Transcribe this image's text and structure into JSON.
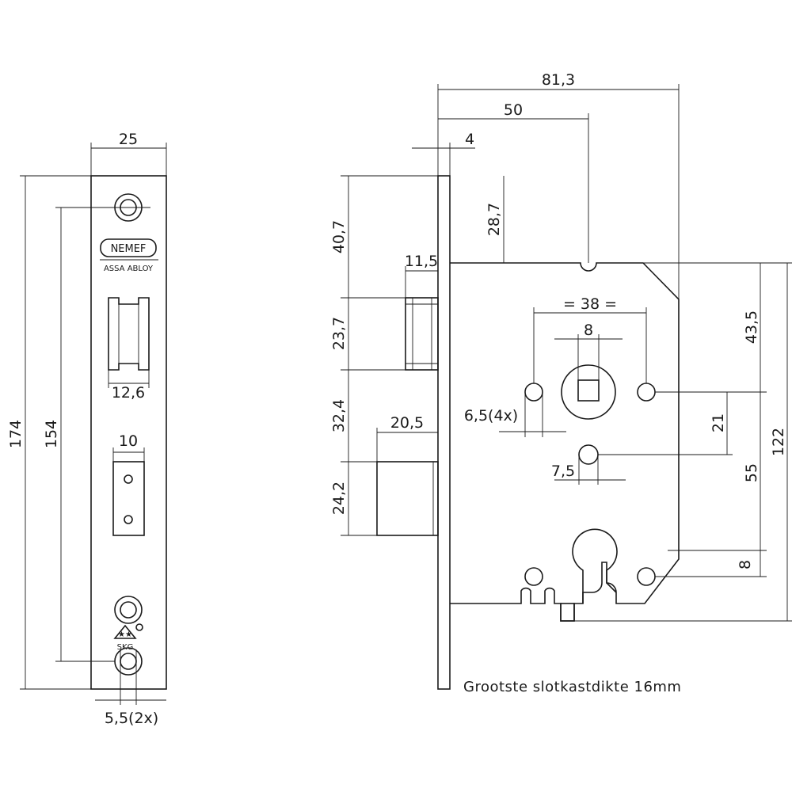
{
  "brand": {
    "logo": "NEMEF",
    "group": "ASSA ABLOY",
    "cert": "SKG"
  },
  "front_view": {
    "width": "25",
    "height_total": "174",
    "screw_spacing": "154",
    "latch_slot_width": "12,6",
    "bolt_slot_width": "10",
    "screw_hole": "5,5(2x)"
  },
  "side_view": {
    "backset_total": "81,3",
    "backset": "50",
    "faceplate_thickness": "4",
    "top_to_case": "28,7",
    "top_to_latch": "40,7",
    "latch_projection": "11,5",
    "latch_height": "23,7",
    "latch_to_bolt": "32,4",
    "bolt_projection": "20,5",
    "bolt_height": "24,2",
    "fixing_spacing": "= 38 =",
    "follower_square": "8",
    "fixing_holes": "6,5(4x)",
    "spindle_hole": "7,5",
    "case_to_follower": "43,5",
    "follower_to_spindle": "21",
    "follower_to_cylinder": "55",
    "cylinder_offset": "8",
    "case_height": "122"
  },
  "note": "Grootste slotkastdikte 16mm"
}
